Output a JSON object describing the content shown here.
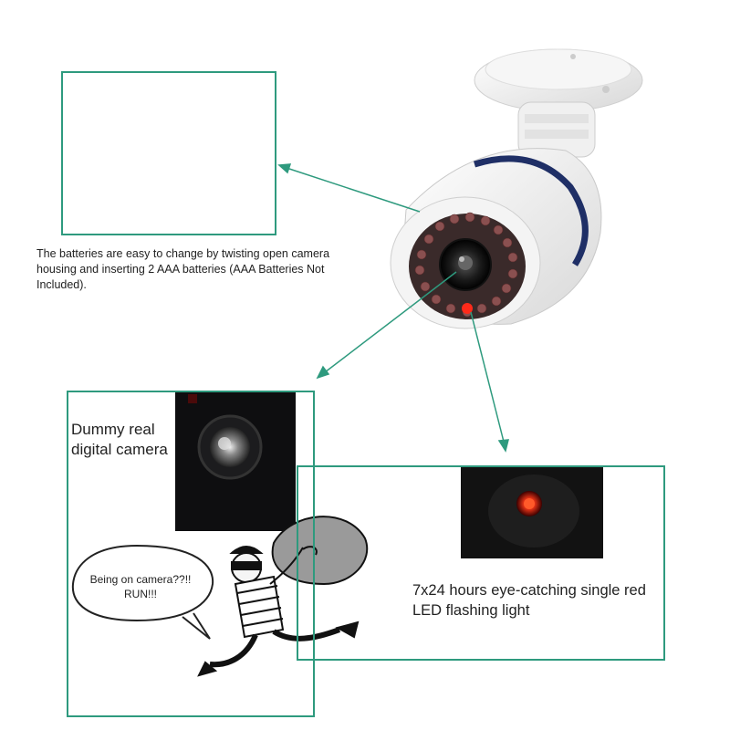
{
  "captions": {
    "battery": "The batteries are easy to change by twisting open camera housing and inserting 2 AAA batteries (AAA Batteries Not Included).",
    "dummy": "Dummy real digital camera",
    "led": "7x24 hours eye-catching single red LED flashing light"
  },
  "speech_bubble": {
    "line1": "Being on camera??!!",
    "line2": "RUN!!!"
  },
  "colors": {
    "panel_border": "#2e9a7e",
    "arrow": "#2e9a7e",
    "led_red": "#ff2a1a"
  },
  "icons": {
    "camera": "bullet-camera-icon",
    "thief": "running-thief-icon",
    "battery": "battery-icon"
  }
}
